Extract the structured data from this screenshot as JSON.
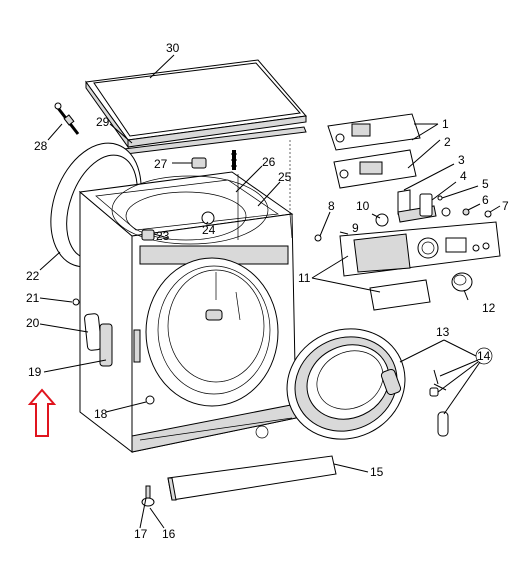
{
  "labels": {
    "l1": "1",
    "l2": "2",
    "l3": "3",
    "l4": "4",
    "l5": "5",
    "l6": "6",
    "l7": "7",
    "l8": "8",
    "l9": "9",
    "l10": "10",
    "l11": "11",
    "l12": "12",
    "l13": "13",
    "l14": "14",
    "l15": "15",
    "l16": "16",
    "l17": "17",
    "l18": "18",
    "l19": "19",
    "l20": "20",
    "l21": "21",
    "l22": "22",
    "l23": "23",
    "l24": "24",
    "l25": "25",
    "l26": "26",
    "l27": "27",
    "l28": "28",
    "l29": "29",
    "l30": "30"
  },
  "arrow_color": "#e0141e"
}
